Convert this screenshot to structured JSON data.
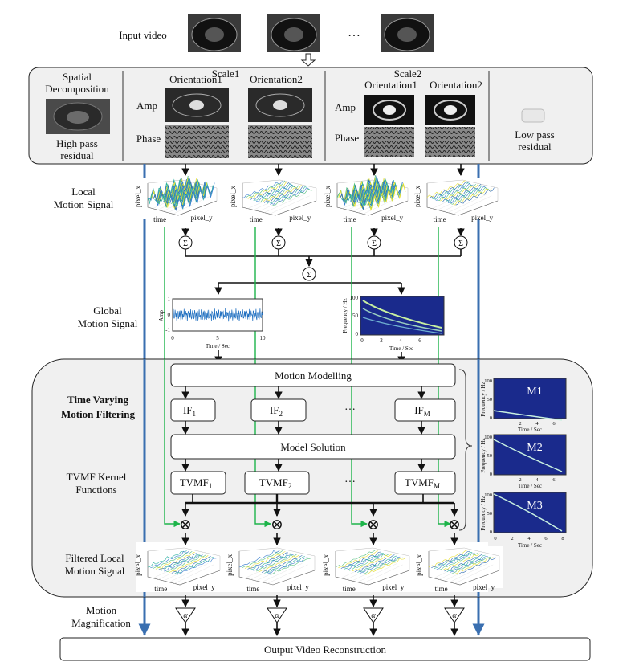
{
  "input": {
    "label": "Input video",
    "ellipsis": "…"
  },
  "decomposition": {
    "title_line1": "Spatial",
    "title_line2": "Decomposition",
    "high_pass_line1": "High pass",
    "high_pass_line2": "residual",
    "low_pass_line1": "Low pass",
    "low_pass_line2": "residual",
    "scale1": "Scale1",
    "scale2": "Scale2",
    "orientation1": "Orientation1",
    "orientation2": "Orientation2",
    "amp": "Amp",
    "phase": "Phase"
  },
  "local_motion": {
    "label_line1": "Local",
    "label_line2": "Motion Signal",
    "axis_pixel_x": "pixel_x",
    "axis_time": "time",
    "axis_pixel_y": "pixel_y"
  },
  "global_motion": {
    "label_line1": "Global",
    "label_line2": "Motion Signal",
    "sum_symbol": "Σ",
    "plot1": {
      "ylabel": "Amp",
      "xlabel": "Time / Sec",
      "xticks": [
        "0",
        "5",
        "10"
      ],
      "yticks": [
        "1",
        "0",
        "-1"
      ]
    },
    "plot2": {
      "ylabel": "Frequency / Hz",
      "xlabel": "Time / Sec",
      "xticks": [
        "0",
        "2",
        "4",
        "6"
      ],
      "yticks": [
        "100",
        "50",
        "0"
      ]
    }
  },
  "tvmf": {
    "title_line1": "Time Varying",
    "title_line2": "Motion Filtering",
    "motion_modelling": "Motion Modelling",
    "model_solution": "Model Solution",
    "if_labels": [
      "IF",
      "IF",
      "IF"
    ],
    "if_subs": [
      "1",
      "2",
      "M"
    ],
    "kernel_line1": "TVMF Kernel",
    "kernel_line2": "Functions",
    "tvmf_labels": [
      "TVMF",
      "TVMF",
      "TVMF"
    ],
    "tvmf_subs": [
      "1",
      "2",
      "M"
    ],
    "ellipsis": "…",
    "mult_symbol": "⊗"
  },
  "modes": {
    "names": [
      "M1",
      "M2",
      "M3"
    ],
    "ylabel": "Frequency / Hz",
    "xlabel": "Time / Sec",
    "xticks": [
      "0",
      "2",
      "4",
      "6",
      "8"
    ],
    "yticks": [
      "100",
      "50",
      "0"
    ]
  },
  "filtered": {
    "label_line1": "Filtered Local",
    "label_line2": "Motion Signal"
  },
  "magnification": {
    "label_line1": "Motion",
    "label_line2": "Magnification",
    "alpha": "α"
  },
  "output": {
    "label": "Output Video Reconstruction"
  },
  "colors": {
    "green_arrow": "#1db44a",
    "blue_line": "#3a6fb0",
    "spectro_bg": "#1a2a8c",
    "panel_bg": "#f0f0f0"
  }
}
